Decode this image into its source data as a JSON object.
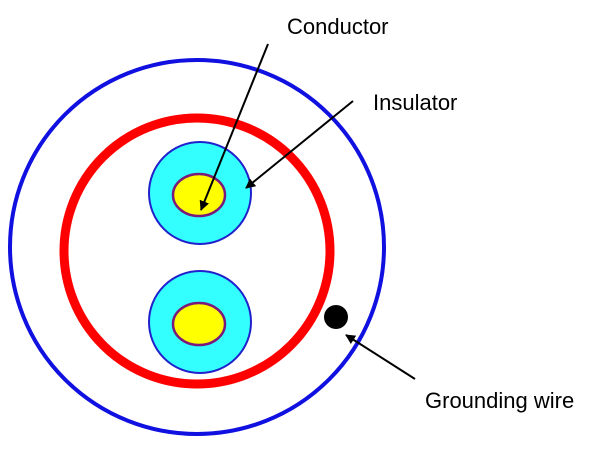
{
  "labels": {
    "conductor": "Conductor",
    "insulator": "Insulator",
    "grounding_wire": "Grounding wire"
  },
  "colors": {
    "outer_sheath": "#1010e0",
    "shield": "#ff0000",
    "insulator_fill": "#33ffff",
    "insulator_stroke": "#2020cc",
    "conductor_fill": "#ffff00",
    "conductor_stroke": "#7a1a7a",
    "grounding_wire": "#000000",
    "arrow": "#000000"
  }
}
